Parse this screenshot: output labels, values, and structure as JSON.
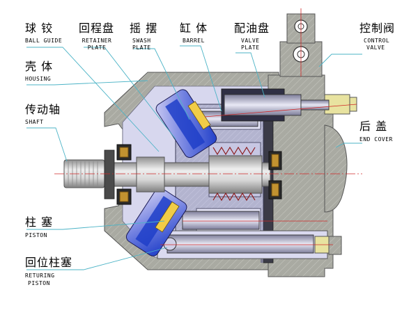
{
  "labels": {
    "ball_guide": {
      "zh": "球 铰",
      "en": "BALL GUIDE"
    },
    "retainer_plate": {
      "zh": "回程盘",
      "en1": "RETAINER",
      "en2": "PLATE"
    },
    "swash_plate": {
      "zh": "摇 摆",
      "en1": "SWASH",
      "en2": "PLATE"
    },
    "barrel": {
      "zh": "缸 体",
      "en": "BARREL"
    },
    "valve_plate": {
      "zh": "配油盘",
      "en1": "VALVE",
      "en2": "PLATE"
    },
    "control_valve": {
      "zh": "控制阀",
      "en1": "CONTROL",
      "en2": "VALVE"
    },
    "housing": {
      "zh": "壳 体",
      "en": "HOUSING"
    },
    "shaft": {
      "zh": "传动轴",
      "en": "SHAFT"
    },
    "end_cover": {
      "zh": "后 盖",
      "en": "END COVER"
    },
    "piston": {
      "zh": "柱 塞",
      "en": "PISTON"
    },
    "returning_piston": {
      "zh": "回位柱塞",
      "en1": "RETURING",
      "en2": "PISTON"
    }
  },
  "colors": {
    "housing": "#a9aaa2",
    "housing_dark": "#84857d",
    "inner": "#d6d6f0",
    "barrel": "#b2b3cf",
    "swash_blue": "#1f3ec8",
    "swash_light": "#c4c4ef",
    "shaft": "#b9b9b9",
    "bearing": "#b68a28",
    "leader": "#4bb3c6",
    "centerline": "#d02828",
    "bg": "#ffffff"
  }
}
